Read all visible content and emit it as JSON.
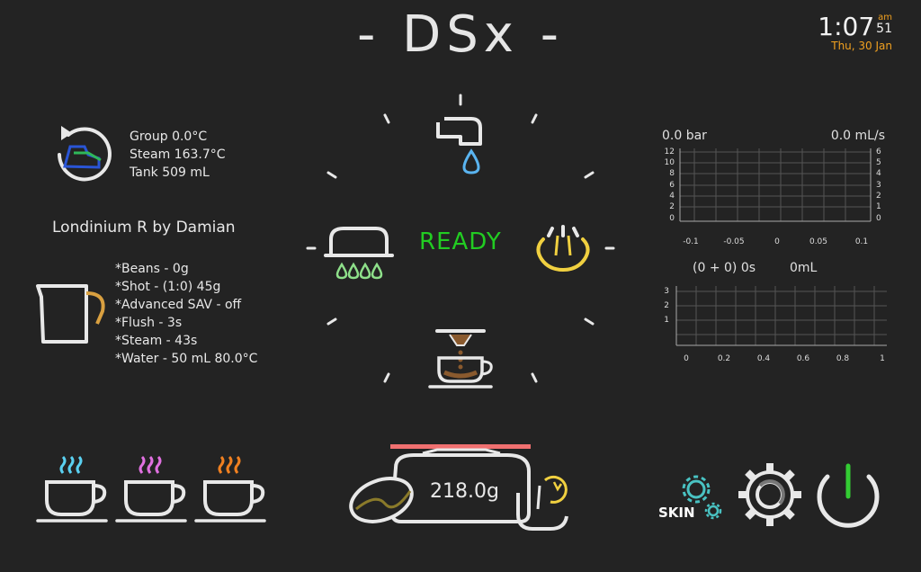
{
  "header": {
    "title": "- DSx -"
  },
  "clock": {
    "time": "1:07",
    "ampm": "am",
    "seconds": "51",
    "date": "Thu, 30 Jan"
  },
  "status": {
    "group": "Group 0.0°C",
    "steam": "Steam 163.7°C",
    "tank": "Tank 509 mL"
  },
  "profile": {
    "name": "Londinium R by Damian"
  },
  "recipe": {
    "items": [
      "*Beans - 0g",
      "*Shot - (1:0)  45g",
      "*Advanced SAV - off",
      "*Flush - 3s",
      "*Steam - 43s",
      "*Water - 50 mL 80.0°C"
    ]
  },
  "main": {
    "state": "READY"
  },
  "graph_top": {
    "pressure_label": "0.0 bar",
    "flow_label": "0.0 mL/s",
    "left_ticks": [
      "12",
      "10",
      "8",
      "6",
      "4",
      "2",
      "0"
    ],
    "right_ticks": [
      "6",
      "5",
      "4",
      "3",
      "2",
      "1",
      "0"
    ],
    "x_ticks": [
      "-0.1",
      "-0.05",
      "0",
      "0.05",
      "0.1"
    ]
  },
  "graph_bottom": {
    "summary_label": "(0 + 0)  0s",
    "volume_label": "0mL",
    "left_ticks": [
      "3",
      "2",
      "1"
    ],
    "x_ticks": [
      "0",
      "0.2",
      "0.4",
      "0.6",
      "0.8",
      "1"
    ]
  },
  "scale": {
    "weight": "218.0g"
  },
  "skin": {
    "label": "SKIN"
  },
  "colors": {
    "background": "#232323",
    "ready": "#22cc22",
    "water_drop": "#5ab4f0",
    "steam_wand": "#f0d040",
    "flush_drops": "#8ee08a",
    "clock_accent": "#f0a020",
    "scale_bar": "#f07070",
    "power": "#33cc33",
    "cup1_steam": "#5ad0f0",
    "cup2_steam": "#e070e0",
    "cup3_steam": "#f08020",
    "coffee": "#8a5a2e"
  },
  "icons": {
    "machine_status": "machine-refresh-icon",
    "water": "faucet-icon",
    "flush": "showerhead-icon",
    "steam": "steam-wand-icon",
    "espresso": "espresso-cup-icon",
    "pitcher": "milk-pitcher-icon",
    "bean": "coffee-bean-icon",
    "settings": "gear-icon",
    "power": "power-icon"
  }
}
